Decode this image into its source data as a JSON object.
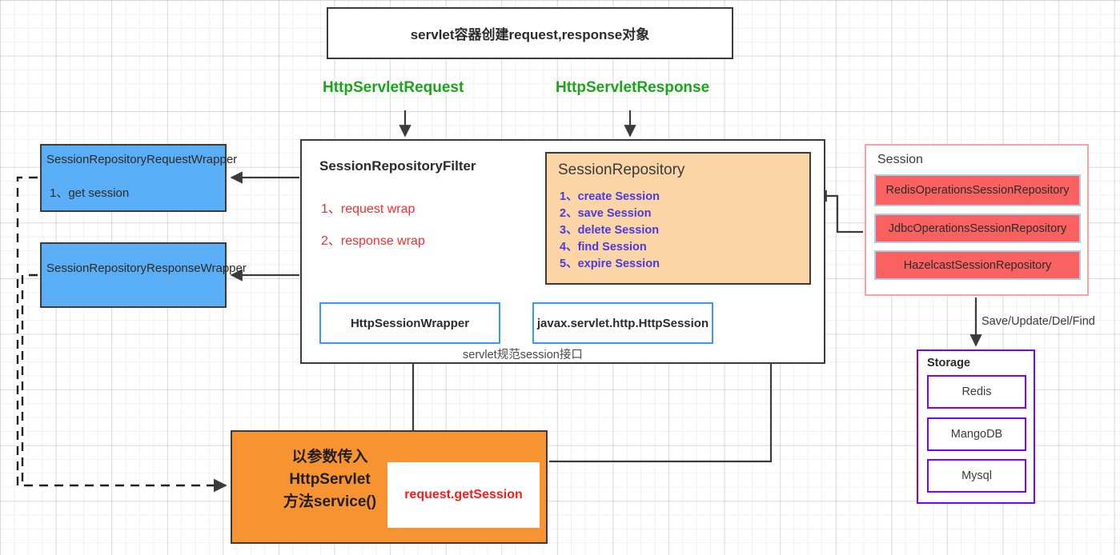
{
  "title_box": {
    "text": "servlet容器创建request,response对象"
  },
  "green_labels": [
    {
      "name": "http-servlet-request-label",
      "text": "HttpServletRequest"
    },
    {
      "name": "http-servlet-response-label",
      "text": "HttpServletResponse"
    }
  ],
  "filter": {
    "title": "SessionRepositoryFilter",
    "steps": [
      "1、request wrap",
      "2、response wrap"
    ]
  },
  "session_repository": {
    "title": "SessionRepository",
    "items": [
      "1、create Session",
      "2、save Session",
      "3、delete Session",
      "4、find Session",
      "5、expire Session"
    ]
  },
  "wrappers": {
    "request": {
      "line1": "SessionRepositoryRequestWrapper",
      "line2": "1、get session"
    },
    "response": {
      "line1": "SessionRepositoryResponseWrapper"
    }
  },
  "session_interfaces": {
    "wrapper": "HttpSessionWrapper",
    "spec": "javax.servlet.http.HttpSession",
    "caption": "servlet规范session接口"
  },
  "service_box": {
    "text": "以参数传入\nHttpServlet\n方法service()",
    "get_session": "request.getSession"
  },
  "session_panel": {
    "title": "Session",
    "repositories": [
      "RedisOperationsSessionRepository",
      "JdbcOperationsSessionRepository",
      "HazelcastSessionRepository"
    ]
  },
  "storage_panel": {
    "title": "Storage",
    "items": [
      "Redis",
      "MangoDB",
      "Mysql"
    ]
  },
  "edge_labels": {
    "save_update": "Save/Update/Del/Find"
  },
  "colors": {
    "green_label": "#1aa51a",
    "red_step": "#ff2a2a",
    "blue_list": "#4a3ae0",
    "orange_fill": "#fbd5a5",
    "orange_strong": "#f79331",
    "blue_fill": "#5aaef5",
    "red_fill": "#fa6161",
    "purple_border": "#8000ff",
    "pink_border": "#ff9f9f",
    "blue_border": "#3399ff",
    "dark_border": "#3b3b3b"
  }
}
